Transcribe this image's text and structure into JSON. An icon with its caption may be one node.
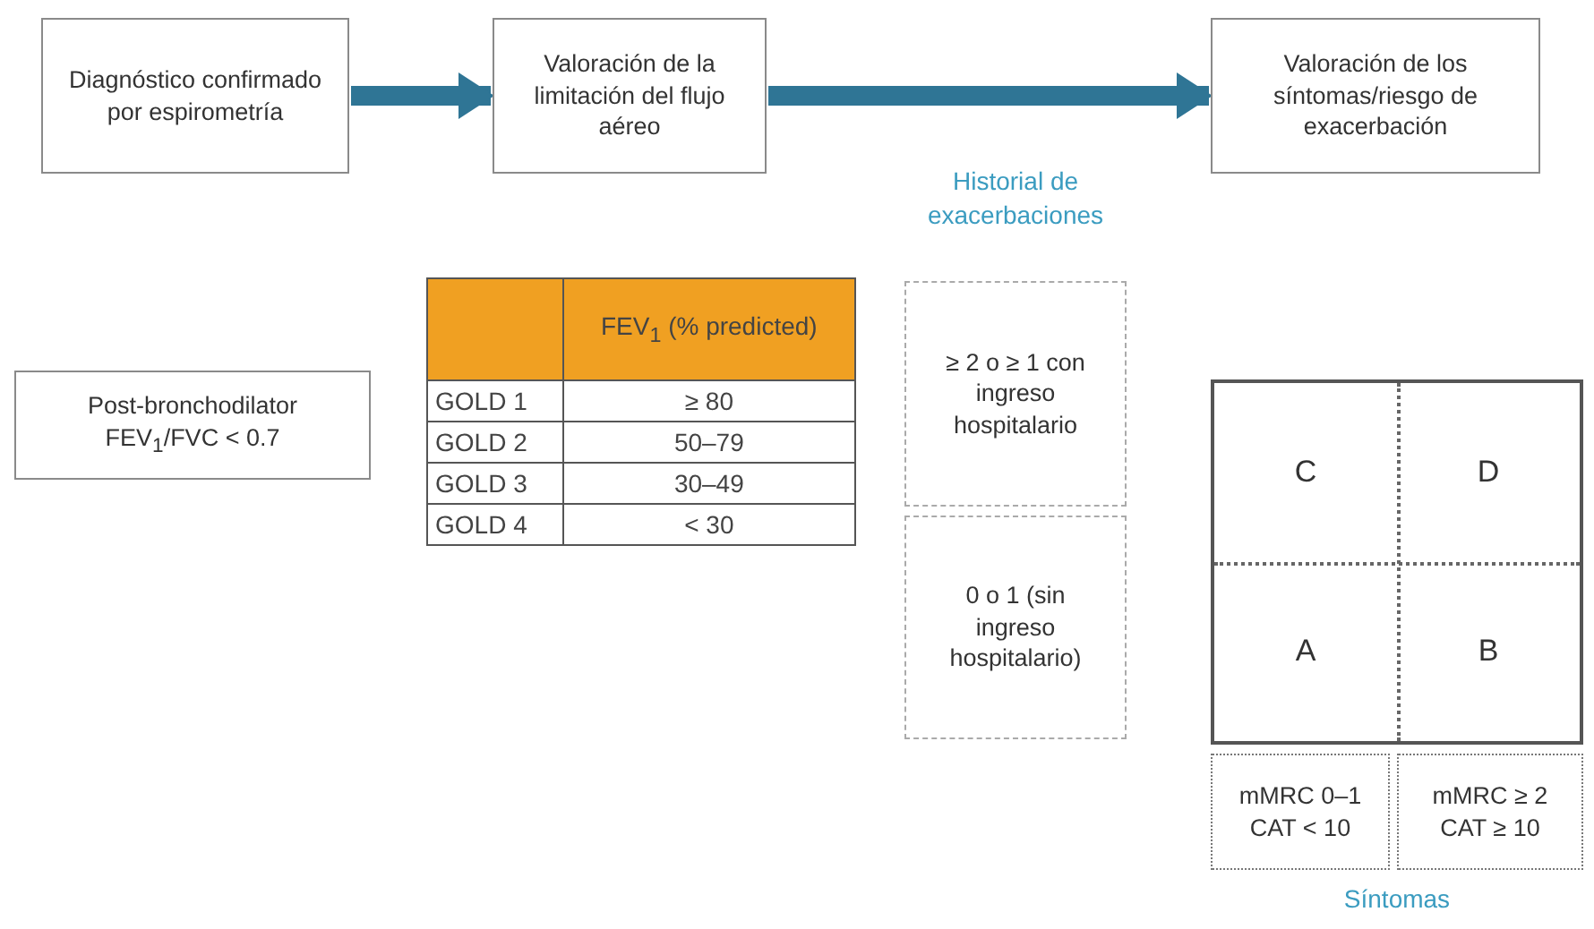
{
  "diagram": {
    "nodes": [
      {
        "text": [
          "Diagnóstico confirmado por espirometría"
        ]
      },
      {
        "text": [
          "Valoración de la limitación del flujo aéreo"
        ]
      },
      {
        "text": [
          "Valoración de los síntomas/riesgo de exacerbación"
        ]
      },
      {
        "text": [
          "Post-bronchodilator FEV$_{1}$/FVC < 0.7"
        ]
      },
      {
        "text": [
          "≥ 2 o ≥ 1 con ingreso hospitalario"
        ]
      },
      {
        "text": [
          "0 o 1 (sin ingreso hospitalario)"
        ]
      },
      {
        "text": [],
        "shape": "box"
      },
      {
        "text": [
          "C"
        ],
        "in": 6
      },
      {
        "text": [
          "D"
        ],
        "in": 6
      },
      {
        "text": [
          "A"
        ],
        "in": 6
      },
      {
        "text": [
          "B"
        ],
        "in": 6
      },
      {
        "text": [
          "mMRC 0–1 CAT < 10"
        ]
      },
      {
        "text": [
          "mMRC ≥ 2 CAT ≥ 10"
        ]
      }
    ],
    "edges": [
      {
        "from": 0,
        "to": 1,
        "arrow": "to"
      },
      {
        "from": 1,
        "to": 2,
        "arrow": "to"
      }
    ],
    "labels": [
      "Historial de exacerbaciones",
      "FEV$_{1}$ (% predicted)",
      "GOLD 1",
      "≥ 80",
      "GOLD 2",
      "50–79",
      "GOLD 3",
      "30–49",
      "GOLD 4",
      "< 30",
      "Síntomas"
    ]
  }
}
